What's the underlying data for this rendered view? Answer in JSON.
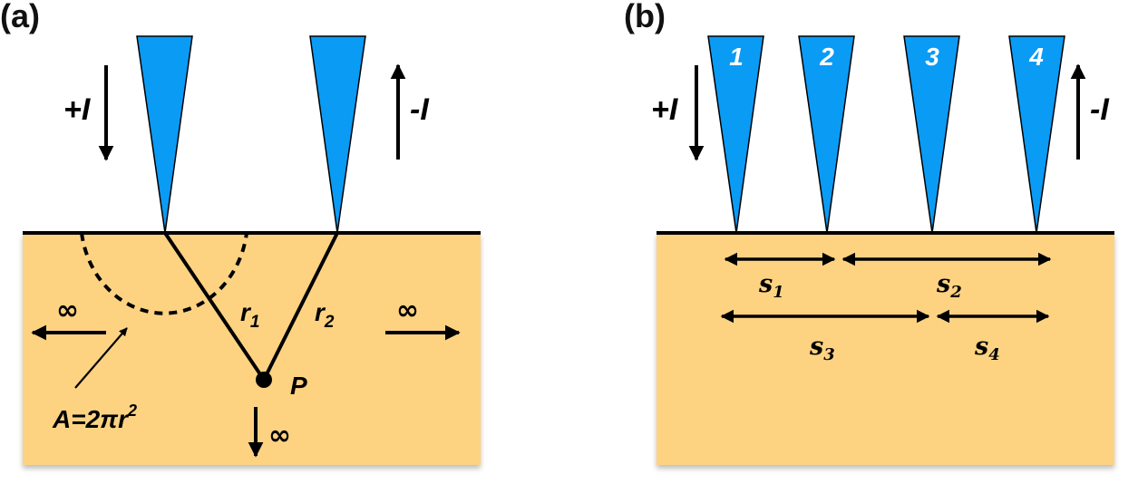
{
  "panel_a": {
    "label": "(a)",
    "current_in": "+I",
    "current_out": "-I",
    "r1_base": "r",
    "r1_sub": "1",
    "r2_base": "r",
    "r2_sub": "2",
    "point": "P",
    "area": "A=2πr",
    "area_exp": "2",
    "infinity": "∞"
  },
  "panel_b": {
    "label": "(b)",
    "current_in": "+I",
    "current_out": "-I",
    "probes": [
      "1",
      "2",
      "3",
      "4"
    ],
    "s1_base": "s",
    "s1_sub": "1",
    "s2_base": "s",
    "s2_sub": "2",
    "s3_base": "s",
    "s3_sub": "3",
    "s4_base": "s",
    "s4_sub": "4"
  },
  "colors": {
    "substrate": "#FDD382",
    "probe": "#0A9BF5",
    "line": "#000000"
  }
}
